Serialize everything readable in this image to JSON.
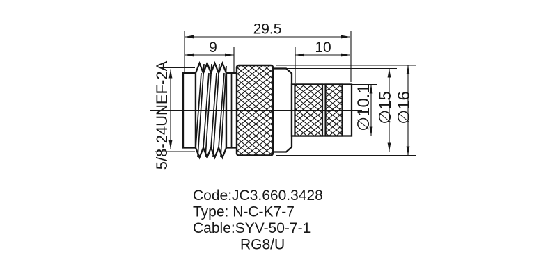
{
  "drawing": {
    "dimensions": {
      "total_length": "29.5",
      "thread_length": "9",
      "cable_end_length": "10",
      "thread_spec": "5/8-24UNEF-2A",
      "cable_entry_diameter": "∅10.1",
      "ring_diameter": "∅15",
      "body_diameter": "∅16"
    },
    "notes": {
      "code": "Code:JC3.660.3428",
      "type": "Type: N-C-K7-7",
      "cable": "Cable:SYV-50-7-1",
      "cable_alt": "RG8/U"
    },
    "colors": {
      "ink": "#161616",
      "background": "#ffffff"
    }
  }
}
